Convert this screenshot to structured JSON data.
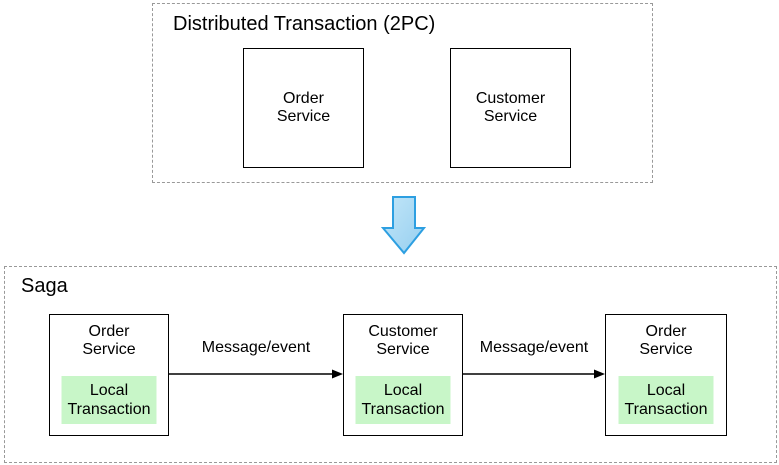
{
  "sections": {
    "two_pc": {
      "title": "Distributed Transaction (2PC)",
      "services": [
        {
          "name": "Order\nService"
        },
        {
          "name": "Customer\nService"
        }
      ]
    },
    "saga": {
      "title": "Saga",
      "steps": [
        {
          "service": "Order\nService",
          "local": "Local\nTransaction"
        },
        {
          "service": "Customer\nService",
          "local": "Local\nTransaction"
        },
        {
          "service": "Order\nService",
          "local": "Local\nTransaction"
        }
      ],
      "messages": [
        {
          "label": "Message/event"
        },
        {
          "label": "Message/event"
        }
      ]
    },
    "transition": {
      "icon": "big-down-arrow"
    }
  },
  "colors": {
    "box_border": "#000000",
    "dashed_border": "#999999",
    "local_transaction_fill": "#c8f6c8",
    "blue_arrow_stroke": "#2d9fe1",
    "blue_arrow_fill_light": "#c2e6f8",
    "blue_arrow_fill_dark": "#96cff0",
    "edge_color": "#000000",
    "text": "#000000"
  }
}
